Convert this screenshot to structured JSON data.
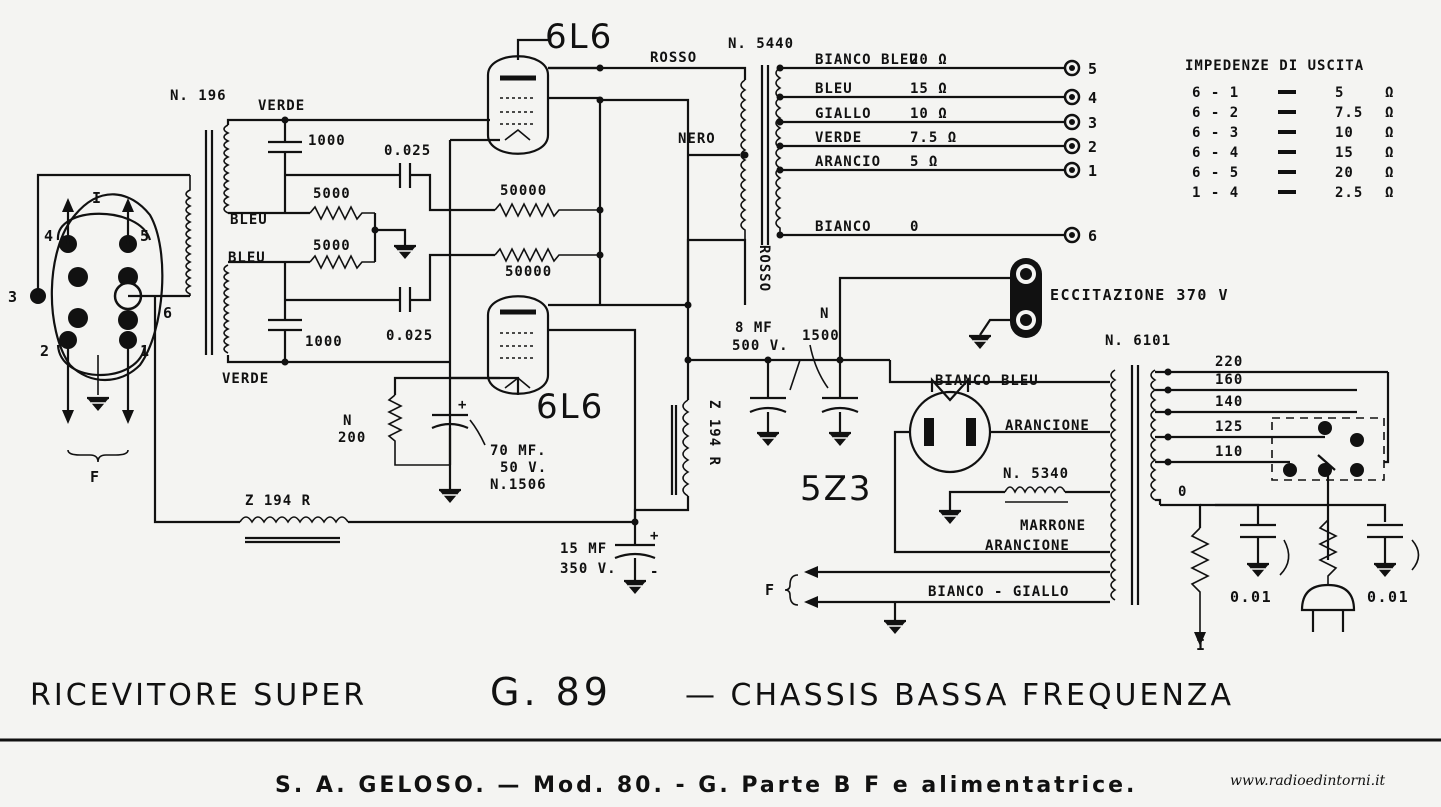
{
  "title": {
    "left": "RICEVITORE  SUPER",
    "model": "G. 89",
    "right": "— CHASSIS BASSA FREQUENZA"
  },
  "footer": {
    "text": "S. A. GELOSO. — Mod. 80. - G. Parte B F e alimentatrice.",
    "watermark": "www.radioedintorni.it"
  },
  "tubes": {
    "output_top": "6L6",
    "output_bottom": "6L6",
    "rectifier": "5Z3"
  },
  "input_transformer": {
    "ref": "N. 196",
    "wire_top": "VERDE",
    "wire_bottom": "VERDE",
    "bleu_top": "BLEU",
    "bleu_bottom": "BLEU"
  },
  "components": {
    "cap_1000_top": "1000",
    "cap_1000_bottom": "1000",
    "cap_025_top": "0.025",
    "cap_025_bottom": "0.025",
    "res_5000_top": "5000",
    "res_5000_bottom": "5000",
    "res_50000_top": "50000",
    "res_50000_bottom": "50000",
    "res_n200": [
      "N",
      "200"
    ],
    "cathode_cap": [
      "70 MF.",
      "50 V.",
      "N.1506"
    ],
    "choke_1": "Z 194 R",
    "choke_2": "Z 194 R",
    "filter_cap_15": [
      "15 MF",
      "350 V."
    ],
    "filter_cap_8": [
      "8 MF",
      "500 V."
    ],
    "ref_1500": [
      "N",
      "1500"
    ],
    "ref_5340": "N. 5340"
  },
  "output_transformer": {
    "ref": "N. 5440",
    "primary_top": "ROSSO",
    "primary_center": "NERO",
    "primary_bottom": "ROSSO",
    "taps": [
      {
        "wire": "BIANCO BLEU",
        "ohm": "20 Ω",
        "terminal": "5"
      },
      {
        "wire": "BLEU",
        "ohm": "15 Ω",
        "terminal": "4"
      },
      {
        "wire": "GIALLO",
        "ohm": "10 Ω",
        "terminal": "3"
      },
      {
        "wire": "VERDE",
        "ohm": "7.5 Ω",
        "terminal": "2"
      },
      {
        "wire": "ARANCIO",
        "ohm": "5 Ω",
        "terminal": "1"
      },
      {
        "wire": "BIANCO",
        "ohm": "0",
        "terminal": "6"
      }
    ]
  },
  "impedance_table": {
    "title": "IMPEDENZE DI USCITA",
    "rows": [
      {
        "pair": "6 - 1",
        "value": "5",
        "unit": "Ω"
      },
      {
        "pair": "6 - 2",
        "value": "7.5",
        "unit": "Ω"
      },
      {
        "pair": "6 - 3",
        "value": "10",
        "unit": "Ω"
      },
      {
        "pair": "6 - 4",
        "value": "15",
        "unit": "Ω"
      },
      {
        "pair": "6 - 5",
        "value": "20",
        "unit": "Ω"
      },
      {
        "pair": "1 - 4",
        "value": "2.5",
        "unit": "Ω"
      }
    ]
  },
  "excitation": "ECCITAZIONE  370 V",
  "power_transformer": {
    "ref": "N. 6101",
    "wires": [
      "BIANCO BLEU",
      "ARANCIONE",
      "MARRONE",
      "ARANCIONE",
      "BIANCO - GIALLO"
    ],
    "voltages": [
      "220",
      "160",
      "140",
      "125",
      "110",
      "0"
    ],
    "bypass_caps": [
      "0.01",
      "0.01"
    ]
  },
  "socket": {
    "pins": [
      "1",
      "2",
      "3",
      "4",
      "5",
      "6"
    ],
    "label_i": "I",
    "label_f": "F"
  },
  "misc": {
    "label_f": "F",
    "label_i": "I"
  }
}
